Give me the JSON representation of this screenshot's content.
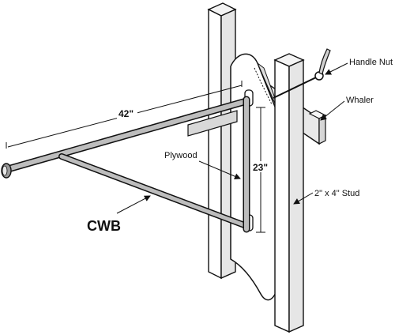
{
  "figure": {
    "labels": {
      "handle_nut": "Handle Nut",
      "whaler": "Whaler",
      "plywood": "Plywood",
      "stud": "2\" x 4\" Stud",
      "cwb": "CWB"
    },
    "dimensions": {
      "width": "42\"",
      "height": "23\""
    }
  }
}
